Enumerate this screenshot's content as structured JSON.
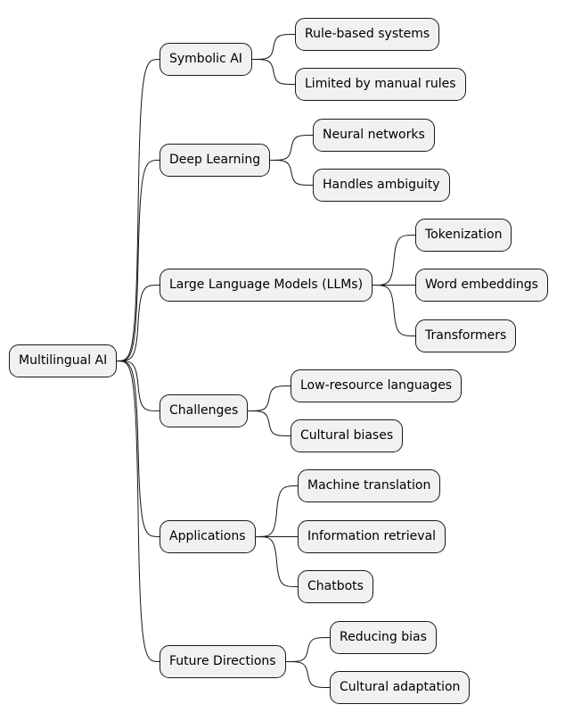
{
  "root": {
    "label": "Multilingual AI"
  },
  "branches": [
    {
      "label": "Symbolic AI",
      "children": [
        {
          "label": "Rule-based systems"
        },
        {
          "label": "Limited by manual rules"
        }
      ]
    },
    {
      "label": "Deep Learning",
      "children": [
        {
          "label": "Neural networks"
        },
        {
          "label": "Handles ambiguity"
        }
      ]
    },
    {
      "label": "Large Language Models (LLMs)",
      "children": [
        {
          "label": "Tokenization"
        },
        {
          "label": "Word embeddings"
        },
        {
          "label": "Transformers"
        }
      ]
    },
    {
      "label": "Challenges",
      "children": [
        {
          "label": "Low-resource languages"
        },
        {
          "label": "Cultural biases"
        }
      ]
    },
    {
      "label": "Applications",
      "children": [
        {
          "label": "Machine translation"
        },
        {
          "label": "Information retrieval"
        },
        {
          "label": "Chatbots"
        }
      ]
    },
    {
      "label": "Future Directions",
      "children": [
        {
          "label": "Reducing bias"
        },
        {
          "label": "Cultural adaptation"
        }
      ]
    }
  ]
}
